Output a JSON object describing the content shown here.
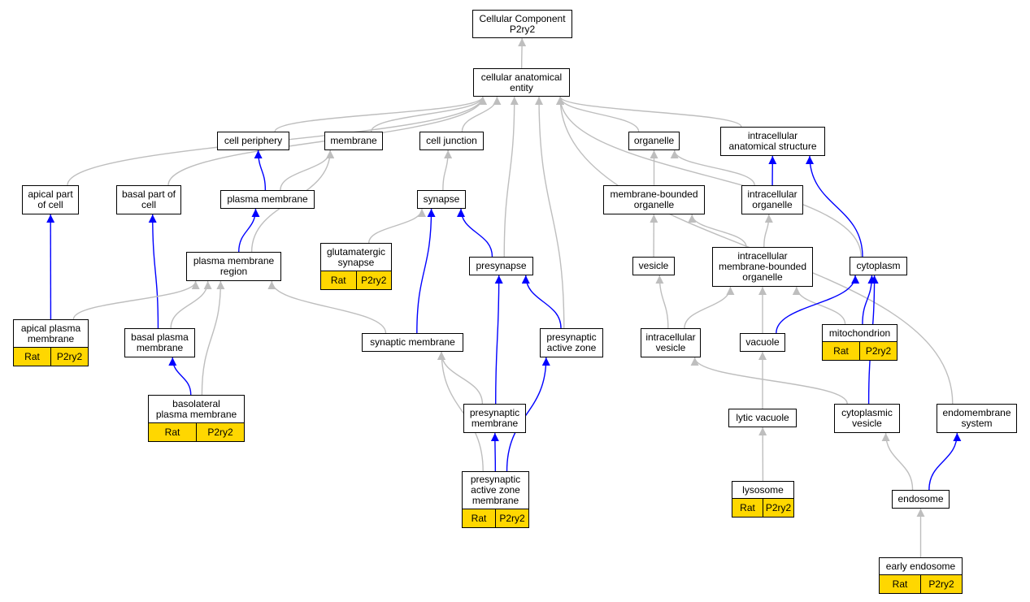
{
  "colors": {
    "is_a": "#bebebe",
    "part_of": "#0000ff",
    "annotation": "#ffd700"
  },
  "nodes": {
    "root": {
      "label": "Cellular Component\nP2ry2"
    },
    "cae": {
      "label": "cellular anatomical\nentity"
    },
    "cell_periphery": {
      "label": "cell periphery"
    },
    "membrane": {
      "label": "membrane"
    },
    "cell_junction": {
      "label": "cell junction"
    },
    "organelle": {
      "label": "organelle"
    },
    "intracellular_structure": {
      "label": "intracellular\nanatomical structure"
    },
    "apical_part": {
      "label": "apical part\nof cell"
    },
    "basal_part": {
      "label": "basal part of\ncell"
    },
    "plasma_membrane": {
      "label": "plasma membrane"
    },
    "synapse": {
      "label": "synapse"
    },
    "mbo": {
      "label": "membrane-bounded\norganelle"
    },
    "intracellular_organelle": {
      "label": "intracellular\norganelle"
    },
    "pm_region": {
      "label": "plasma membrane\nregion"
    },
    "glutamatergic": {
      "label": "glutamatergic\nsynapse",
      "species": "Rat",
      "gene": "P2ry2"
    },
    "presynapse": {
      "label": "presynapse"
    },
    "vesicle": {
      "label": "vesicle"
    },
    "imbo": {
      "label": "intracellular\nmembrane-bounded\norganelle"
    },
    "cytoplasm": {
      "label": "cytoplasm"
    },
    "apical_pm": {
      "label": "apical plasma\nmembrane",
      "species": "Rat",
      "gene": "P2ry2"
    },
    "basal_pm": {
      "label": "basal plasma\nmembrane"
    },
    "synaptic_membrane": {
      "label": "synaptic membrane"
    },
    "presyn_az": {
      "label": "presynaptic\nactive zone"
    },
    "intracellular_vesicle": {
      "label": "intracellular\nvesicle"
    },
    "vacuole": {
      "label": "vacuole"
    },
    "mitochondrion": {
      "label": "mitochondrion",
      "species": "Rat",
      "gene": "P2ry2"
    },
    "basolateral_pm": {
      "label": "basolateral\nplasma membrane",
      "species": "Rat",
      "gene": "P2ry2"
    },
    "presyn_membrane": {
      "label": "presynaptic\nmembrane"
    },
    "lytic_vacuole": {
      "label": "lytic vacuole"
    },
    "cytoplasmic_vesicle": {
      "label": "cytoplasmic\nvesicle"
    },
    "endomembrane": {
      "label": "endomembrane\nsystem"
    },
    "presyn_az_membrane": {
      "label": "presynaptic\nactive zone\nmembrane",
      "species": "Rat",
      "gene": "P2ry2"
    },
    "lysosome": {
      "label": "lysosome",
      "species": "Rat",
      "gene": "P2ry2"
    },
    "endosome": {
      "label": "endosome"
    },
    "early_endosome": {
      "label": "early endosome",
      "species": "Rat",
      "gene": "P2ry2"
    }
  },
  "edges": [
    {
      "from": "cae",
      "to": "root",
      "type": "is_a"
    },
    {
      "from": "cell_periphery",
      "to": "cae",
      "type": "is_a"
    },
    {
      "from": "membrane",
      "to": "cae",
      "type": "is_a"
    },
    {
      "from": "cell_junction",
      "to": "cae",
      "type": "is_a"
    },
    {
      "from": "organelle",
      "to": "cae",
      "type": "is_a"
    },
    {
      "from": "intracellular_structure",
      "to": "cae",
      "type": "is_a"
    },
    {
      "from": "apical_part",
      "to": "cae",
      "type": "is_a"
    },
    {
      "from": "basal_part",
      "to": "cae",
      "type": "is_a"
    },
    {
      "from": "presynapse",
      "to": "cae",
      "type": "is_a"
    },
    {
      "from": "presyn_az",
      "to": "cae",
      "type": "is_a"
    },
    {
      "from": "cytoplasm",
      "to": "cae",
      "type": "is_a"
    },
    {
      "from": "endomembrane",
      "to": "cae",
      "type": "is_a"
    },
    {
      "from": "plasma_membrane",
      "to": "cell_periphery",
      "type": "part_of"
    },
    {
      "from": "plasma_membrane",
      "to": "membrane",
      "type": "is_a"
    },
    {
      "from": "pm_region",
      "to": "membrane",
      "type": "is_a"
    },
    {
      "from": "synapse",
      "to": "cell_junction",
      "type": "is_a"
    },
    {
      "from": "mbo",
      "to": "organelle",
      "type": "is_a"
    },
    {
      "from": "intracellular_organelle",
      "to": "organelle",
      "type": "is_a"
    },
    {
      "from": "intracellular_organelle",
      "to": "intracellular_structure",
      "type": "part_of"
    },
    {
      "from": "cytoplasm",
      "to": "intracellular_structure",
      "type": "part_of"
    },
    {
      "from": "apical_pm",
      "to": "apical_part",
      "type": "part_of"
    },
    {
      "from": "basal_pm",
      "to": "basal_part",
      "type": "part_of"
    },
    {
      "from": "pm_region",
      "to": "plasma_membrane",
      "type": "part_of"
    },
    {
      "from": "glutamatergic",
      "to": "synapse",
      "type": "is_a"
    },
    {
      "from": "presynapse",
      "to": "synapse",
      "type": "part_of"
    },
    {
      "from": "synaptic_membrane",
      "to": "synapse",
      "type": "part_of"
    },
    {
      "from": "vesicle",
      "to": "mbo",
      "type": "is_a"
    },
    {
      "from": "imbo",
      "to": "mbo",
      "type": "is_a"
    },
    {
      "from": "imbo",
      "to": "intracellular_organelle",
      "type": "is_a"
    },
    {
      "from": "apical_pm",
      "to": "pm_region",
      "type": "is_a"
    },
    {
      "from": "basal_pm",
      "to": "pm_region",
      "type": "is_a"
    },
    {
      "from": "basolateral_pm",
      "to": "pm_region",
      "type": "is_a"
    },
    {
      "from": "synaptic_membrane",
      "to": "pm_region",
      "type": "is_a"
    },
    {
      "from": "presyn_membrane",
      "to": "presynapse",
      "type": "part_of"
    },
    {
      "from": "presyn_az",
      "to": "presynapse",
      "type": "part_of"
    },
    {
      "from": "intracellular_vesicle",
      "to": "vesicle",
      "type": "is_a"
    },
    {
      "from": "intracellular_vesicle",
      "to": "imbo",
      "type": "is_a"
    },
    {
      "from": "vacuole",
      "to": "imbo",
      "type": "is_a"
    },
    {
      "from": "mitochondrion",
      "to": "imbo",
      "type": "is_a"
    },
    {
      "from": "vacuole",
      "to": "cytoplasm",
      "type": "part_of"
    },
    {
      "from": "mitochondrion",
      "to": "cytoplasm",
      "type": "part_of"
    },
    {
      "from": "cytoplasmic_vesicle",
      "to": "cytoplasm",
      "type": "part_of"
    },
    {
      "from": "basolateral_pm",
      "to": "basal_pm",
      "type": "part_of"
    },
    {
      "from": "presyn_membrane",
      "to": "synaptic_membrane",
      "type": "is_a"
    },
    {
      "from": "presyn_az_membrane",
      "to": "synaptic_membrane",
      "type": "is_a"
    },
    {
      "from": "presyn_az_membrane",
      "to": "presyn_membrane",
      "type": "part_of"
    },
    {
      "from": "presyn_az_membrane",
      "to": "presyn_az",
      "type": "part_of"
    },
    {
      "from": "cytoplasmic_vesicle",
      "to": "intracellular_vesicle",
      "type": "is_a"
    },
    {
      "from": "lytic_vacuole",
      "to": "vacuole",
      "type": "is_a"
    },
    {
      "from": "lysosome",
      "to": "lytic_vacuole",
      "type": "is_a"
    },
    {
      "from": "endosome",
      "to": "cytoplasmic_vesicle",
      "type": "is_a"
    },
    {
      "from": "endosome",
      "to": "endomembrane",
      "type": "part_of"
    },
    {
      "from": "early_endosome",
      "to": "endosome",
      "type": "is_a"
    }
  ]
}
